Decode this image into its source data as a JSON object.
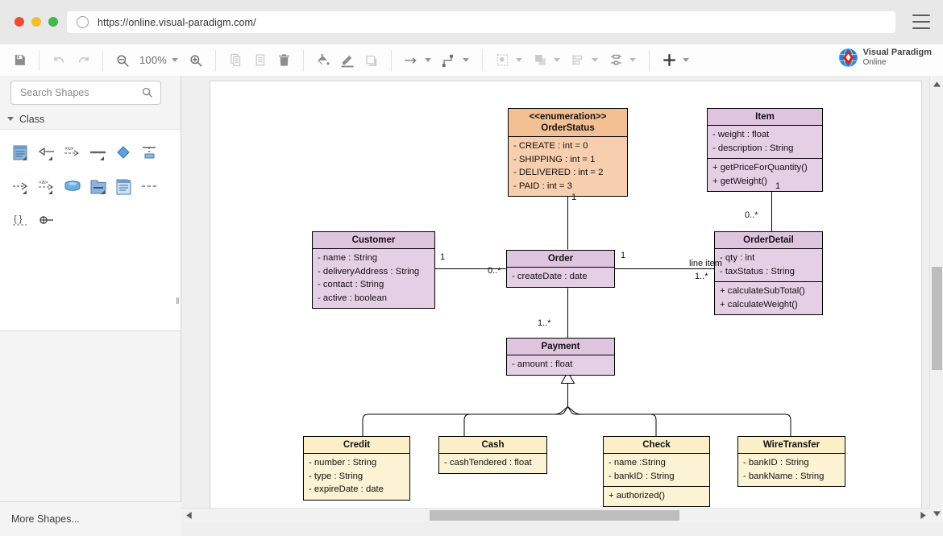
{
  "browser": {
    "url": "https://online.visual-paradigm.com/",
    "menu_icon": "hamburger-menu-icon",
    "traffic_lights": [
      "close-red",
      "minimize-yellow",
      "maximize-green"
    ]
  },
  "toolbar": {
    "zoom_level": "100%",
    "buttons": [
      {
        "name": "save-button",
        "icon": "floppy-disk-icon"
      },
      {
        "name": "undo-button",
        "icon": "undo-arrow-icon"
      },
      {
        "name": "redo-button",
        "icon": "redo-arrow-icon"
      },
      {
        "name": "zoom-out-button",
        "icon": "magnifier-minus-icon"
      },
      {
        "name": "zoom-in-button",
        "icon": "magnifier-plus-icon"
      },
      {
        "name": "copy-button",
        "icon": "copy-icon"
      },
      {
        "name": "paste-button",
        "icon": "paste-icon"
      },
      {
        "name": "delete-button",
        "icon": "trash-icon"
      },
      {
        "name": "fill-color-button",
        "icon": "paint-bucket-icon"
      },
      {
        "name": "line-color-button",
        "icon": "pen-underline-icon"
      },
      {
        "name": "shadow-button",
        "icon": "shadow-square-icon"
      },
      {
        "name": "connector-style-button",
        "icon": "straight-arrow-icon"
      },
      {
        "name": "connector-route-button",
        "icon": "elbow-connector-icon"
      },
      {
        "name": "selection-button",
        "icon": "select-shape-icon"
      },
      {
        "name": "layer-button",
        "icon": "layers-icon"
      },
      {
        "name": "align-button",
        "icon": "align-objects-icon"
      },
      {
        "name": "distribute-button",
        "icon": "distribute-objects-icon"
      },
      {
        "name": "add-button",
        "icon": "plus-icon"
      }
    ]
  },
  "logo": {
    "line1": "Visual Paradigm",
    "line2": "Online",
    "icon": "visual-paradigm-globe-diamond-logo"
  },
  "sidebar": {
    "search": {
      "placeholder": "Search Shapes",
      "value": "",
      "icon": "search-icon"
    },
    "group_title": "Class",
    "shapes": [
      {
        "name": "shape-class",
        "icon": "class-box-icon"
      },
      {
        "name": "shape-generalization",
        "icon": "generalization-arrow-icon"
      },
      {
        "name": "shape-usage",
        "icon": "usage-stereotype-icon"
      },
      {
        "name": "shape-association",
        "icon": "association-line-icon"
      },
      {
        "name": "shape-aggregation",
        "icon": "diamond-icon"
      },
      {
        "name": "shape-anchor",
        "icon": "anchor-note-icon"
      },
      {
        "name": "shape-dependency",
        "icon": "dashed-arrow-icon"
      },
      {
        "name": "shape-abstraction",
        "icon": "abstraction-stereotype-icon"
      },
      {
        "name": "shape-database",
        "icon": "database-cylinder-icon"
      },
      {
        "name": "shape-package",
        "icon": "package-folder-icon"
      },
      {
        "name": "shape-note",
        "icon": "note-icon"
      },
      {
        "name": "shape-dashed-line",
        "icon": "dashed-line-icon"
      },
      {
        "name": "shape-constraint",
        "icon": "constraint-braces-icon"
      },
      {
        "name": "shape-port",
        "icon": "port-connector-icon"
      }
    ],
    "more_shapes": "More Shapes...",
    "resize_handle": "‖"
  },
  "diagram": {
    "classes": [
      {
        "id": "orderstatus",
        "stereotype": "<<enumeration>>",
        "name": "OrderStatus",
        "color": "#f7cfae",
        "attributes": [
          "- CREATE : int  = 0",
          "- SHIPPING : int = 1",
          "- DELIVERED : int = 2",
          "- PAID : int = 3"
        ],
        "operations": []
      },
      {
        "id": "item",
        "stereotype": "",
        "name": "Item",
        "color": "#e5cfe5",
        "attributes": [
          "- weight : float",
          "- description : String"
        ],
        "operations": [
          "+ getPriceForQuantity()",
          "+ getWeight()"
        ]
      },
      {
        "id": "customer",
        "stereotype": "",
        "name": "Customer",
        "color": "#e5cfe5",
        "attributes": [
          "- name : String",
          "- deliveryAddress : String",
          "- contact : String",
          "- active : boolean"
        ],
        "operations": []
      },
      {
        "id": "order",
        "stereotype": "",
        "name": "Order",
        "color": "#e5cfe5",
        "attributes": [
          "- createDate : date"
        ],
        "operations": []
      },
      {
        "id": "orderdetail",
        "stereotype": "",
        "name": "OrderDetail",
        "color": "#e5cfe5",
        "attributes": [
          "- qty : int",
          "- taxStatus : String"
        ],
        "operations": [
          "+ calculateSubTotal()",
          "+ calculateWeight()"
        ]
      },
      {
        "id": "payment",
        "stereotype": "",
        "name": "Payment",
        "color": "#e5cfe5",
        "attributes": [
          "- amount : float"
        ],
        "operations": []
      },
      {
        "id": "credit",
        "stereotype": "",
        "name": "Credit",
        "color": "#fcf3d4",
        "attributes": [
          "- number : String",
          "- type : String",
          "- expireDate : date"
        ],
        "operations": []
      },
      {
        "id": "cash",
        "stereotype": "",
        "name": "Cash",
        "color": "#fcf3d4",
        "attributes": [
          "- cashTendered : float"
        ],
        "operations": []
      },
      {
        "id": "check",
        "stereotype": "",
        "name": "Check",
        "color": "#fcf3d4",
        "attributes": [
          "- name :String",
          "- bankID : String"
        ],
        "operations": [
          "+ authorized()"
        ]
      },
      {
        "id": "wiretransfer",
        "stereotype": "",
        "name": "WireTransfer",
        "color": "#fcf3d4",
        "attributes": [
          "- bankID : String",
          "- bankName : String"
        ],
        "operations": []
      }
    ],
    "multiplicities": {
      "orderstatus_to_order": "1",
      "customer_to_order": "1",
      "order_to_customer": "0..*",
      "order_to_orderdetail": "1",
      "orderdetail_to_order": "1..*",
      "item_to_orderdetail": "1",
      "orderdetail_to_item": "0..*",
      "order_to_payment": "1..*"
    },
    "link_labels": {
      "order_orderdetail": "line item"
    }
  }
}
